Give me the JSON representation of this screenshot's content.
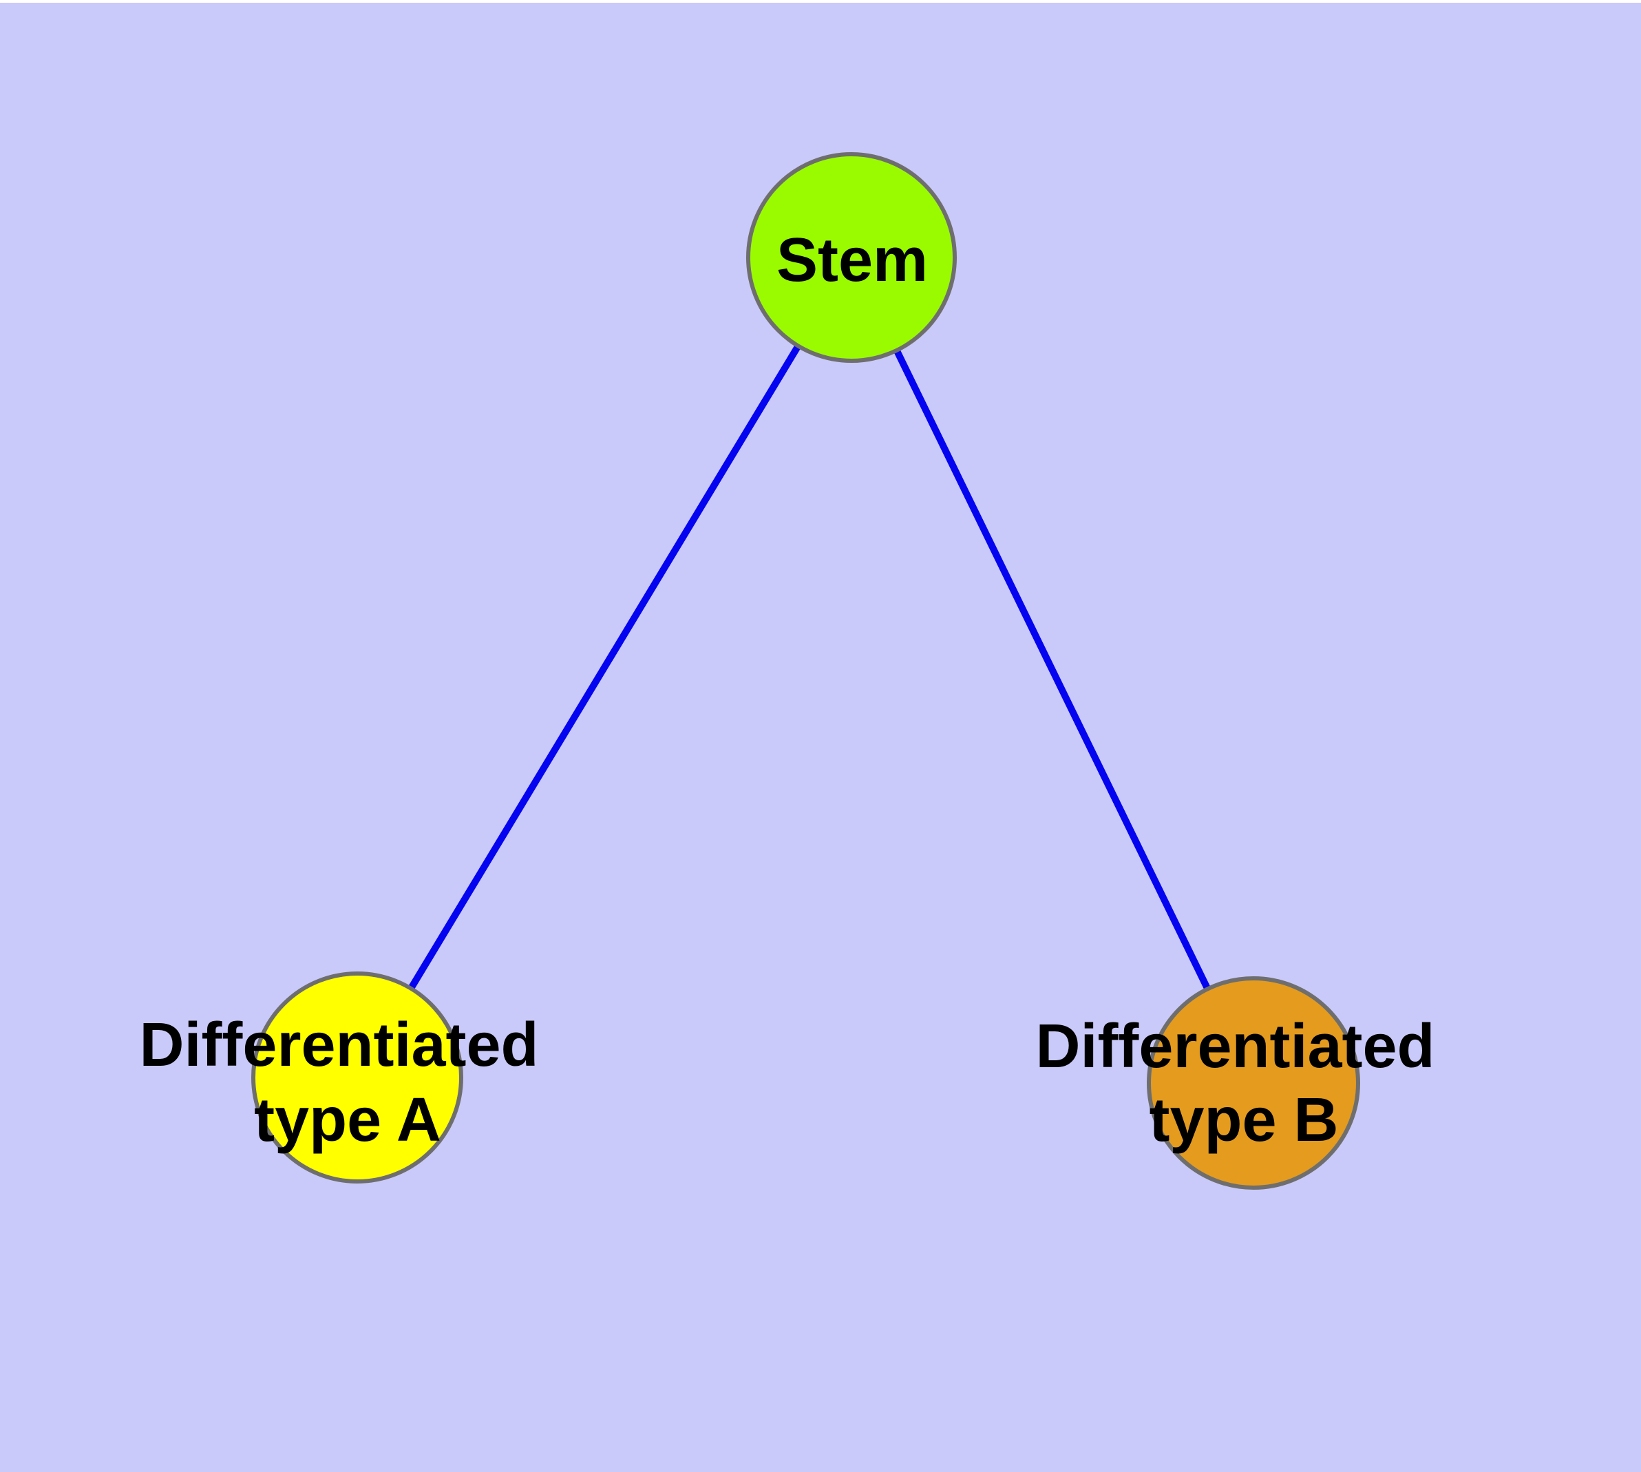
{
  "canvas": {
    "top_strip_color": "#FFFFFF",
    "background_color": "#C9C9FA"
  },
  "diagram": {
    "type": "node-link-graph",
    "nodes": [
      {
        "id": "stem",
        "label_lines": [
          "Stem"
        ],
        "fill": "#9AFB00",
        "border_color": "#6E6E6E",
        "text_color": "#000000"
      },
      {
        "id": "differentiated-type-a",
        "label_lines": [
          "Differentiated",
          "type A"
        ],
        "fill": "#FFFF00",
        "border_color": "#6E6E6E",
        "text_color": "#000000"
      },
      {
        "id": "differentiated-type-b",
        "label_lines": [
          "Differentiated",
          "type B"
        ],
        "fill": "#E49B1E",
        "border_color": "#6E6E6E",
        "text_color": "#000000"
      }
    ],
    "edges": [
      {
        "from": "stem",
        "to": "differentiated-type-a",
        "color": "#0404F0"
      },
      {
        "from": "stem",
        "to": "differentiated-type-b",
        "color": "#0404F0"
      }
    ]
  }
}
